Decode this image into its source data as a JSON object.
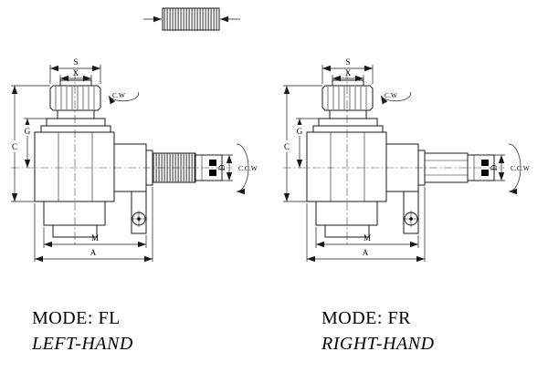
{
  "colors": {
    "background": "#ffffff",
    "line": "#1a1a1a"
  },
  "figures": [
    {
      "mode": "MODE: FL",
      "hand": "LEFT-HAND",
      "dims": {
        "s": "S",
        "x": "X",
        "g": "G",
        "c": "C",
        "m": "M",
        "a": "A",
        "d": "D"
      },
      "rotation": {
        "cw": "C.W",
        "ccw": "C.C.W"
      }
    },
    {
      "mode": "MODE: FR",
      "hand": "RIGHT-HAND",
      "dims": {
        "s": "S",
        "x": "X",
        "g": "G",
        "c": "C",
        "m": "M",
        "a": "A",
        "d": "D"
      },
      "rotation": {
        "cw": "C.W",
        "ccw": "C.C.W"
      }
    }
  ]
}
